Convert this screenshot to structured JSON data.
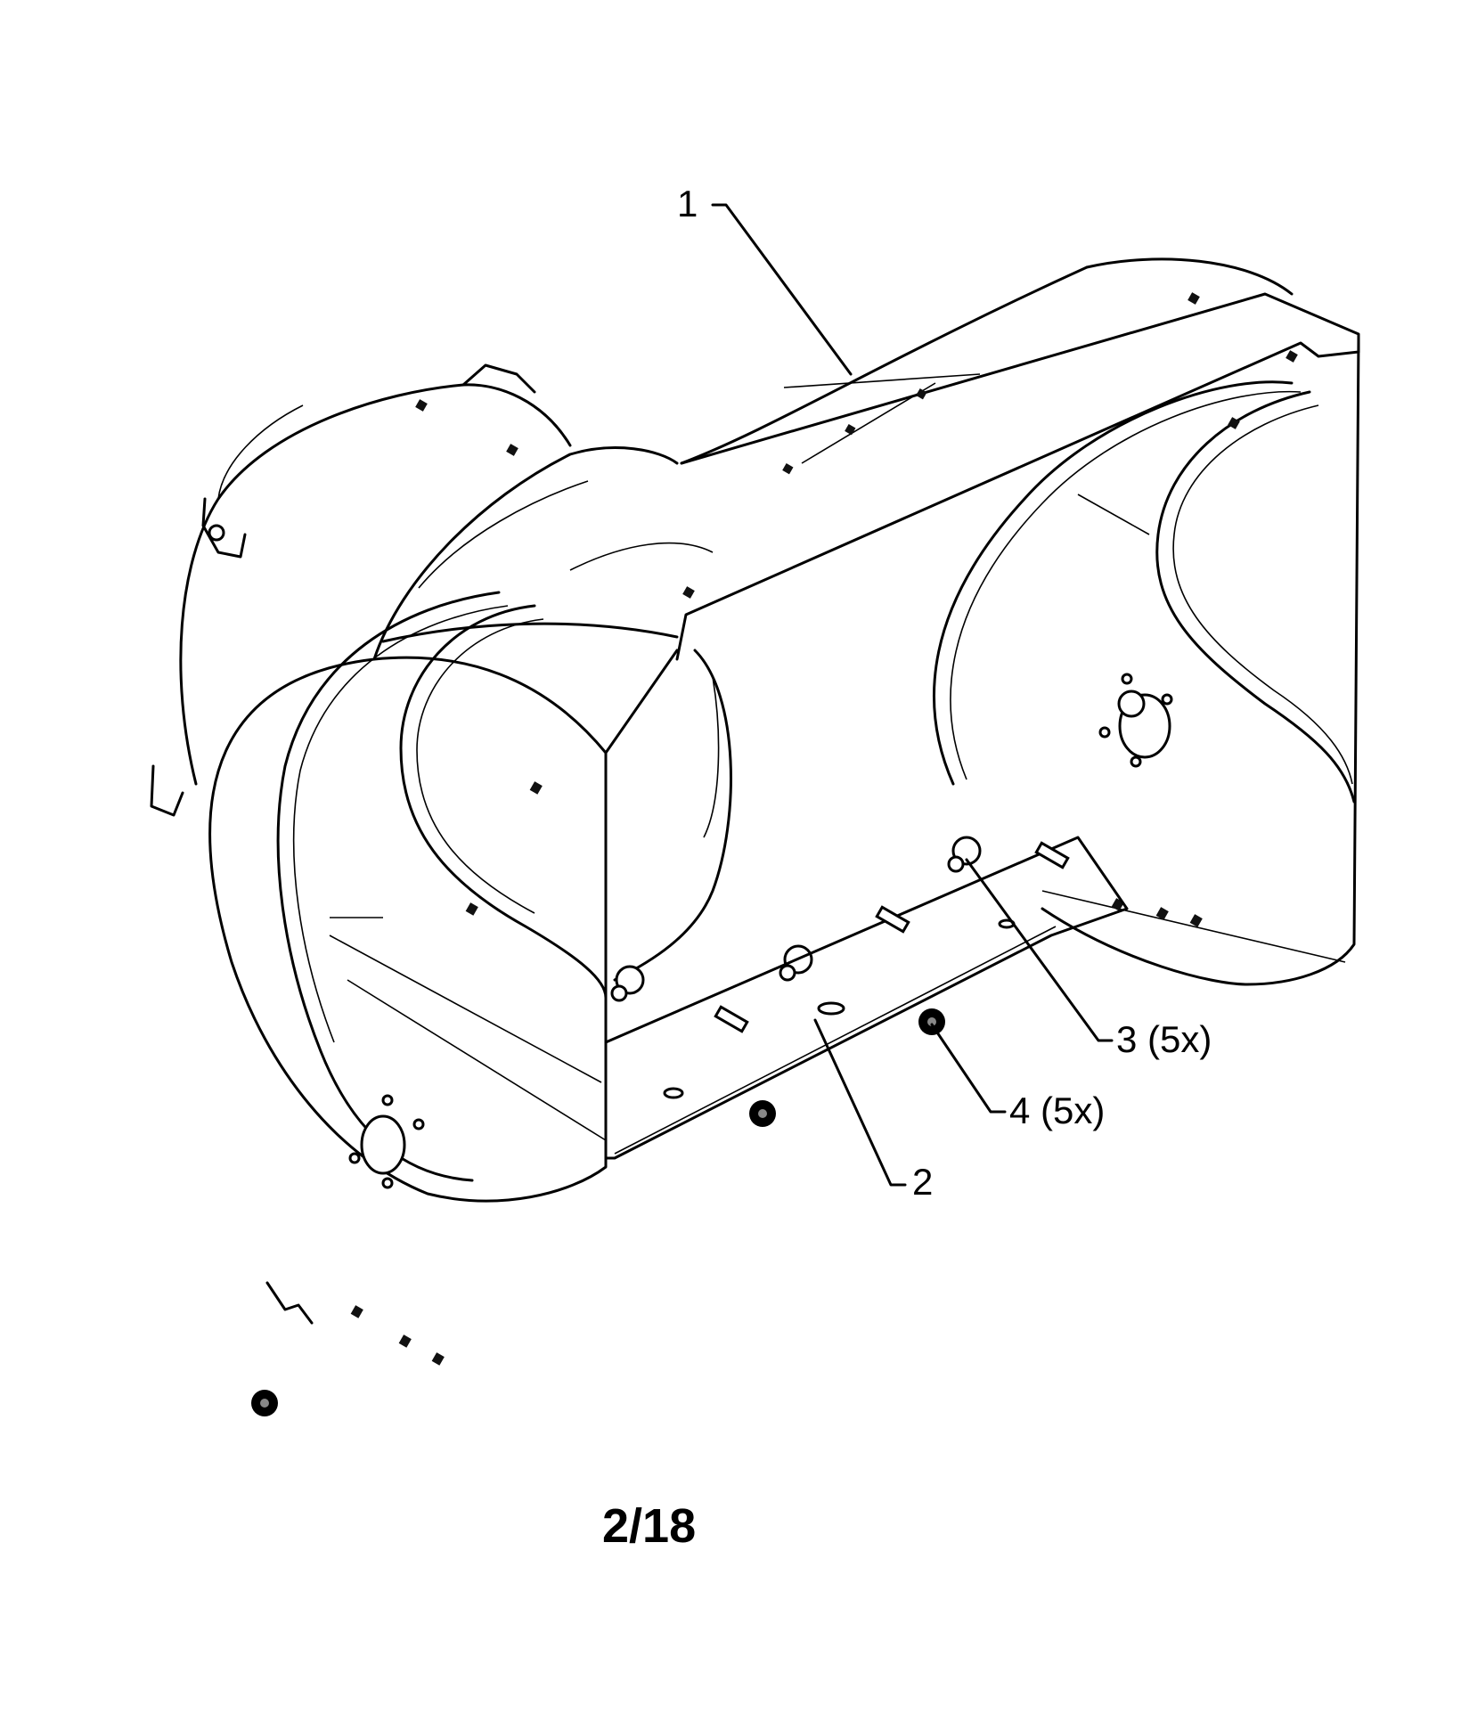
{
  "callouts": {
    "part1": "1",
    "part2": "2",
    "part3": "3 (5x)",
    "part4": "4 (5x)"
  },
  "page_number": "2/18",
  "parts": [
    "auger-housing",
    "scraper-bar",
    "carriage-bolt",
    "flange-nut"
  ]
}
